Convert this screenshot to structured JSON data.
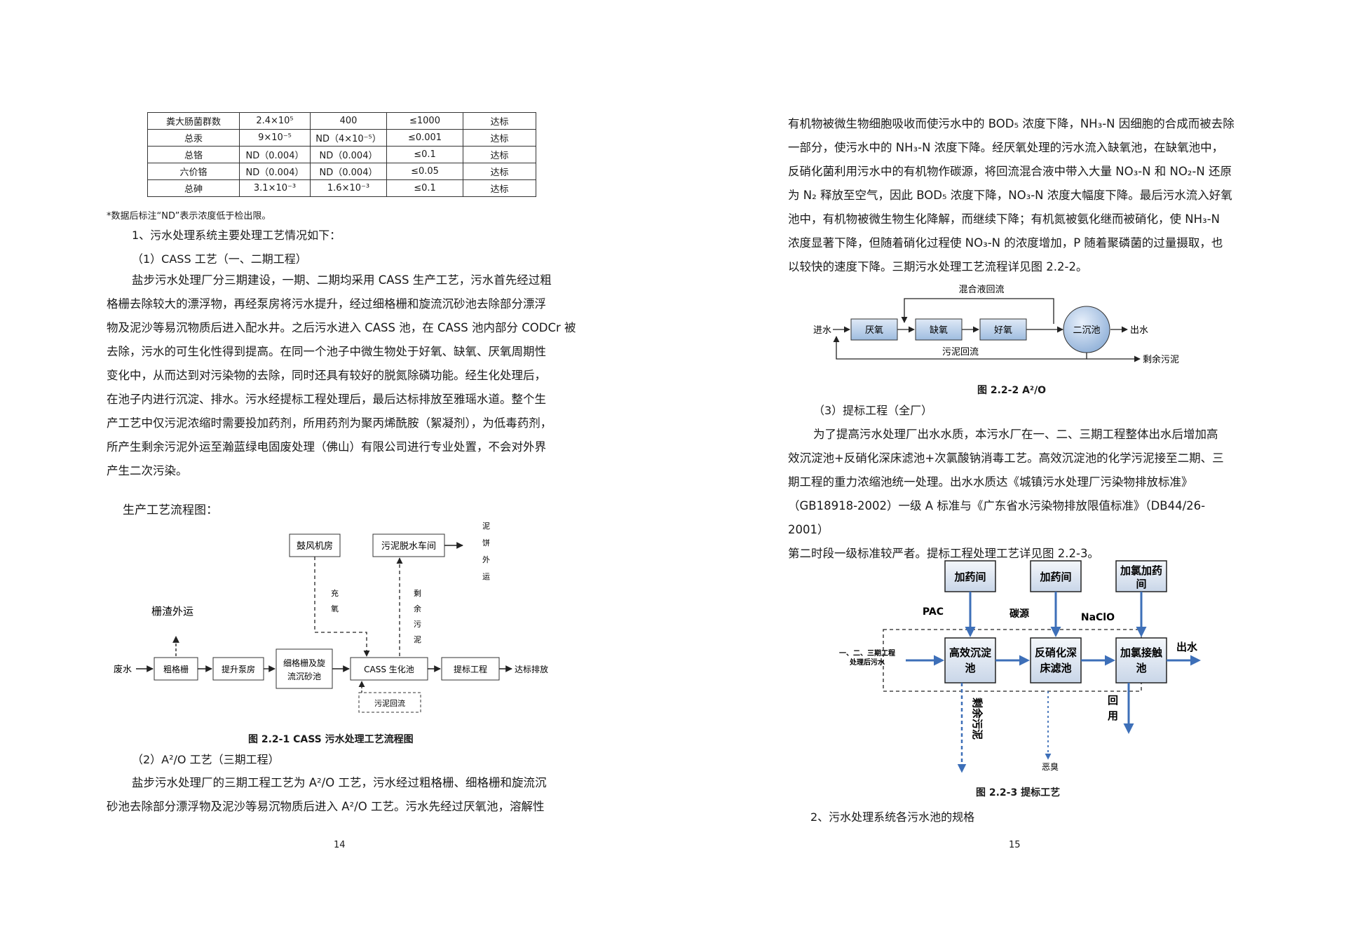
{
  "left": {
    "table": {
      "rows": [
        [
          "粪大肠菌群数",
          "2.4×10⁵",
          "400",
          "≤1000",
          "达标"
        ],
        [
          "总汞",
          "9×10⁻⁵",
          "ND（4×10⁻⁵）",
          "≤0.001",
          "达标"
        ],
        [
          "总铬",
          "ND（0.004）",
          "ND（0.004）",
          "≤0.1",
          "达标"
        ],
        [
          "六价铬",
          "ND（0.004）",
          "ND（0.004）",
          "≤0.05",
          "达标"
        ],
        [
          "总砷",
          "3.1×10⁻³",
          "1.6×10⁻³",
          "≤0.1",
          "达标"
        ]
      ]
    },
    "note": "*数据后标注“ND”表示浓度低于检出限。",
    "heading1": "1、污水处理系统主要处理工艺情况如下：",
    "heading2": "（1）CASS 工艺（一、二期工程）",
    "para1": [
      "盐步污水处理厂分三期建设，一期、二期均采用 CASS 生产工艺，污水首先经过粗",
      "格栅去除较大的漂浮物，再经泵房将污水提升，经过细格栅和旋流沉砂池去除部分漂浮",
      "物及泥沙等易沉物质后进入配水井。之后污水进入 CASS 池，在 CASS 池内部分 CODCr 被",
      "去除，污水的可生化性得到提高。在同一个池子中微生物处于好氧、缺氧、厌氧周期性",
      "变化中，从而达到对污染物的去除，同时还具有较好的脱氮除磷功能。经生化处理后，",
      "在池子内进行沉淀、排水。污水经提标工程处理后，最后达标排放至雅瑶水道。整个生",
      "产工艺中仅污泥浓缩时需要投加药剂，所用药剂为聚丙烯酰胺（絮凝剂），为低毒药剂，",
      "所产生剩余污泥外运至瀚蓝绿电固废处理（佛山）有限公司进行专业处置，不会对外界",
      "产生二次污染。"
    ],
    "flow_title": "生产工艺流程图：",
    "fig1": {
      "fengji": "鼓风机房",
      "tuoshui": "污泥脱水车间",
      "nibing": [
        "泥",
        "饼",
        "外",
        "运"
      ],
      "chongyang": [
        "充",
        "氧"
      ],
      "shengyu": [
        "剩",
        "余",
        "污",
        "泥"
      ],
      "zhazha": "栅渣外运",
      "feishui": "废水",
      "cugeshan": "粗格栅",
      "tisheng": "提升泵房",
      "xigeshan1": "细格栅及旋",
      "xigeshan2": "流沉砂池",
      "cass": "CASS 生化池",
      "tibiao": "提标工程",
      "dabiao": "达标排放",
      "huiliu": "污泥回流"
    },
    "fig1_caption": "图 2.2-1      CASS 污水处理工艺流程图",
    "heading3": "（2）A²/O 工艺（三期工程）",
    "para2": [
      "盐步污水处理厂的三期工程工艺为 A²/O 工艺，污水经过粗格栅、细格栅和旋流沉",
      "砂池去除部分漂浮物及泥沙等易沉物质后进入 A²/O 工艺。污水先经过厌氧池，溶解性"
    ],
    "page_no": "14"
  },
  "right": {
    "para1": [
      "有机物被微生物细胞吸收而使污水中的 BOD₅ 浓度下降，NH₃-N 因细胞的合成而被去除",
      "一部分，使污水中的 NH₃-N 浓度下降。经厌氧处理的污水流入缺氧池，在缺氧池中，",
      "反硝化菌利用污水中的有机物作碳源，将回流混合液中带入大量 NO₃-N 和 NO₂-N 还原",
      "为 N₂ 释放至空气，因此 BOD₅ 浓度下降，NO₃-N 浓度大幅度下降。最后污水流入好氧",
      "池中，有机物被微生物生化降解，而继续下降；有机氮被氨化继而被硝化，使 NH₃-N",
      "浓度显著下降，但随着硝化过程使 NO₃-N 的浓度增加，P 随着聚磷菌的过量摄取，也",
      "以较快的速度下降。三期污水处理工艺流程详见图 2.2-2。"
    ],
    "fig2": {
      "hunhe": "混合液回流",
      "jinshui": "进水",
      "yanyang": "厌氧",
      "queyang": "缺氧",
      "haoyang": "好氧",
      "erchen": "二沉池",
      "chushui": "出水",
      "wunihuiliu": "污泥回流",
      "shengyu": "剩余污泥"
    },
    "fig2_caption": "图 2.2-2    A²/O",
    "heading1": "（3）提标工程（全厂）",
    "para2": [
      "为了提高污水处理厂出水水质，本污水厂在一、二、三期工程整体出水后增加高",
      "效沉淀池+反硝化深床滤池+次氯酸钠消毒工艺。高效沉淀池的化学污泥接至二期、三",
      "期工程的重力浓缩池统一处理。出水水质达《城镇污水处理厂污染物排放标准》",
      "（GB18918-2002）一级 A 标准与《广东省水污染物排放限值标准》（DB44/26-2001）",
      "第二时段一级标准较严者。提标工程处理工艺详见图 2.2-3。"
    ],
    "fig3": {
      "jiayao1": "加药间",
      "jiayao2": "加药间",
      "jialv1": "加氯加药",
      "jialv2": "间",
      "pac": "PAC",
      "tanyuan": "碳源",
      "naclo": "NaClO",
      "inlet1": "一、二、三期工程",
      "inlet2": "处理后污水",
      "gaoxiao1": "高效沉淀",
      "gaoxiao2": "池",
      "fanxiao1": "反硝化深",
      "fanxiao2": "床滤池",
      "jialv_c1": "加氯接触",
      "jialv_c2": "池",
      "chushui": "出水",
      "huiyong1": "回",
      "huiyong2": "用",
      "shengyu": "剩余污泥",
      "eichou": "恶臭"
    },
    "fig3_caption": "图 2.2-3    提标工艺",
    "heading2": "2、污水处理系统各污水池的规格",
    "page_no": "15"
  }
}
